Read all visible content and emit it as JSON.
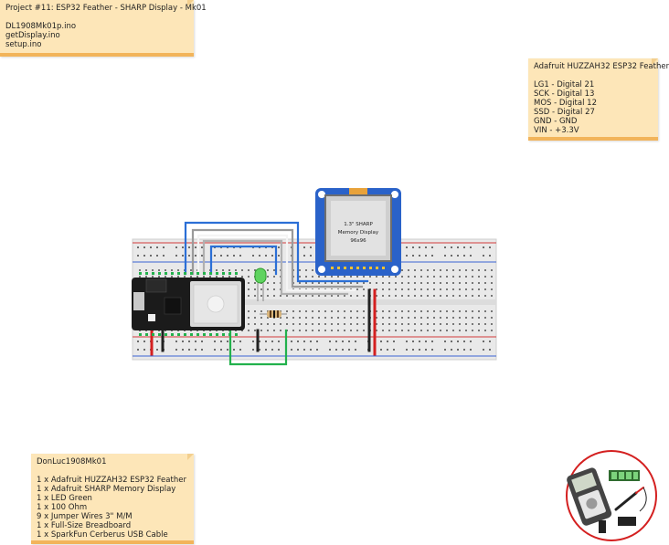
{
  "project_note": {
    "title": "Project #11: ESP32 Feather - SHARP Display - Mk01",
    "files": [
      "DL1908Mk01p.ino",
      "getDisplay.ino",
      "setup.ino"
    ]
  },
  "pin_note": {
    "title": "Adafruit HUZZAH32 ESP32 Feather",
    "lines": [
      "LG1 - Digital 21",
      "SCK - Digital 13",
      "MOS - Digital 12",
      "SSD - Digital 27",
      "GND - GND",
      "VIN - +3.3V"
    ]
  },
  "parts_note": {
    "title": "DonLuc1908Mk01",
    "lines": [
      "1 x Adafruit HUZZAH32 ESP32 Feather",
      "1 x Adafruit SHARP Memory Display",
      "1 x LED Green",
      "1 x 100 Ohm",
      "9 x Jumper Wires 3\" M/M",
      "1 x Full-Size Breadboard",
      "1 x SparkFun Cerberus USB Cable"
    ]
  },
  "display": {
    "line1": "1.3\" SHARP",
    "line2": "Memory Display",
    "line3": "96x96"
  },
  "colors": {
    "note_bg": "#fde6b8",
    "note_border": "#f2b45a",
    "wire_blue": "#2b6fd6",
    "wire_green": "#22b14c",
    "wire_red": "#d42020",
    "board_black": "#1b1b1b",
    "display_pcb": "#2a62c9"
  }
}
